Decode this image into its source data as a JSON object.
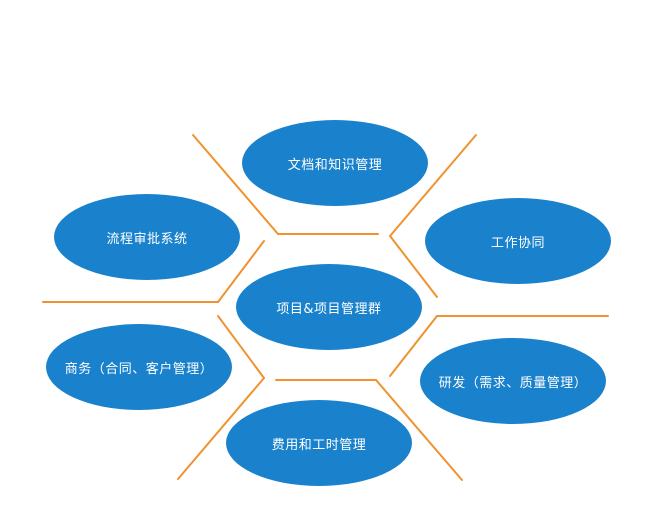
{
  "colors": {
    "node_fill": "#1A82CC",
    "node_text": "#FFFFFF",
    "connector": "#F0922E",
    "background": "#FFFFFF"
  },
  "nodes": {
    "center": "项目&项目管理群",
    "top": "文档和知识管理",
    "top_left": "流程审批系统",
    "top_right": "工作协同",
    "bottom_left": "商务（合同、客户管理）",
    "bottom_right": "研发（需求、质量管理）",
    "bottom": "费用和工时管理"
  }
}
